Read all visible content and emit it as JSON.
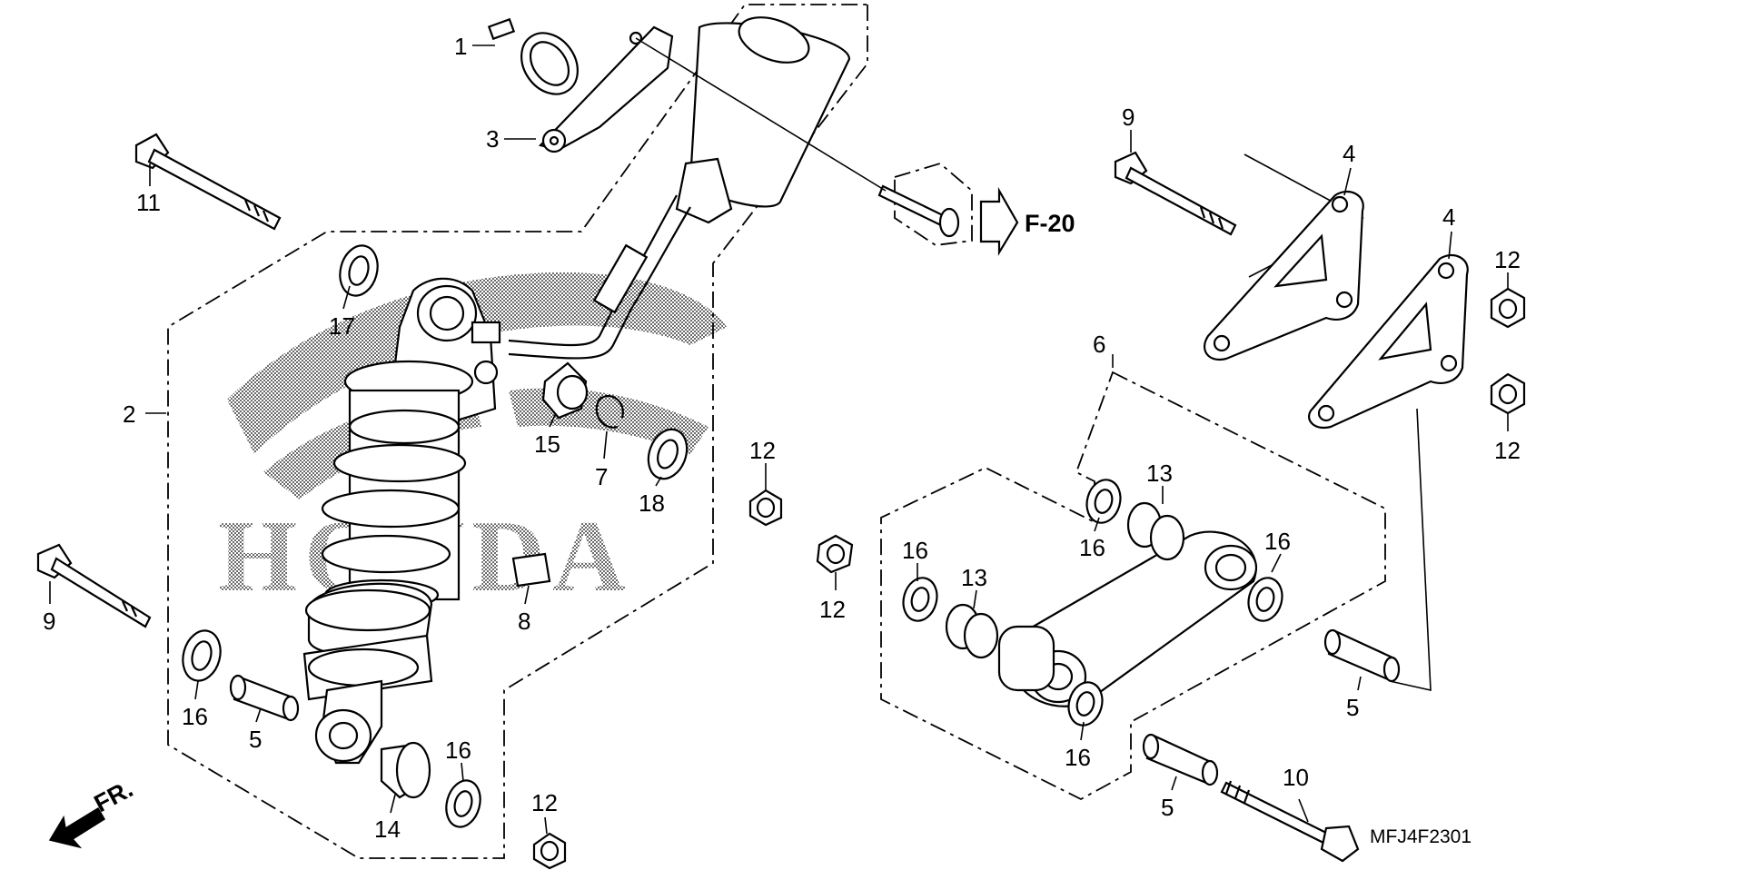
{
  "diagram": {
    "diagram_code": "MFJ4F2301",
    "ref_label": "F-20",
    "front_label": "FR.",
    "brand_watermark": "HONDA",
    "callouts": [
      {
        "id": "c1",
        "text": "1"
      },
      {
        "id": "c3",
        "text": "3"
      },
      {
        "id": "c11",
        "text": "11"
      },
      {
        "id": "c17",
        "text": "17"
      },
      {
        "id": "c2",
        "text": "2"
      },
      {
        "id": "c15",
        "text": "15"
      },
      {
        "id": "c7",
        "text": "7"
      },
      {
        "id": "c18",
        "text": "18"
      },
      {
        "id": "c8",
        "text": "8"
      },
      {
        "id": "c9a",
        "text": "9"
      },
      {
        "id": "c16a",
        "text": "16"
      },
      {
        "id": "c5a",
        "text": "5"
      },
      {
        "id": "c14",
        "text": "14"
      },
      {
        "id": "c16b",
        "text": "16"
      },
      {
        "id": "c12a",
        "text": "12"
      },
      {
        "id": "c12b",
        "text": "12"
      },
      {
        "id": "c12c",
        "text": "12"
      },
      {
        "id": "c16c",
        "text": "16"
      },
      {
        "id": "c13a",
        "text": "13"
      },
      {
        "id": "c6",
        "text": "6"
      },
      {
        "id": "c13b",
        "text": "13"
      },
      {
        "id": "c16d",
        "text": "16"
      },
      {
        "id": "c16e",
        "text": "16"
      },
      {
        "id": "c16f",
        "text": "16"
      },
      {
        "id": "c5b",
        "text": "5"
      },
      {
        "id": "c5c",
        "text": "5"
      },
      {
        "id": "c10",
        "text": "10"
      },
      {
        "id": "c9b",
        "text": "9"
      },
      {
        "id": "c4a",
        "text": "4"
      },
      {
        "id": "c4b",
        "text": "4"
      },
      {
        "id": "c12d",
        "text": "12"
      },
      {
        "id": "c12e",
        "text": "12"
      }
    ]
  }
}
